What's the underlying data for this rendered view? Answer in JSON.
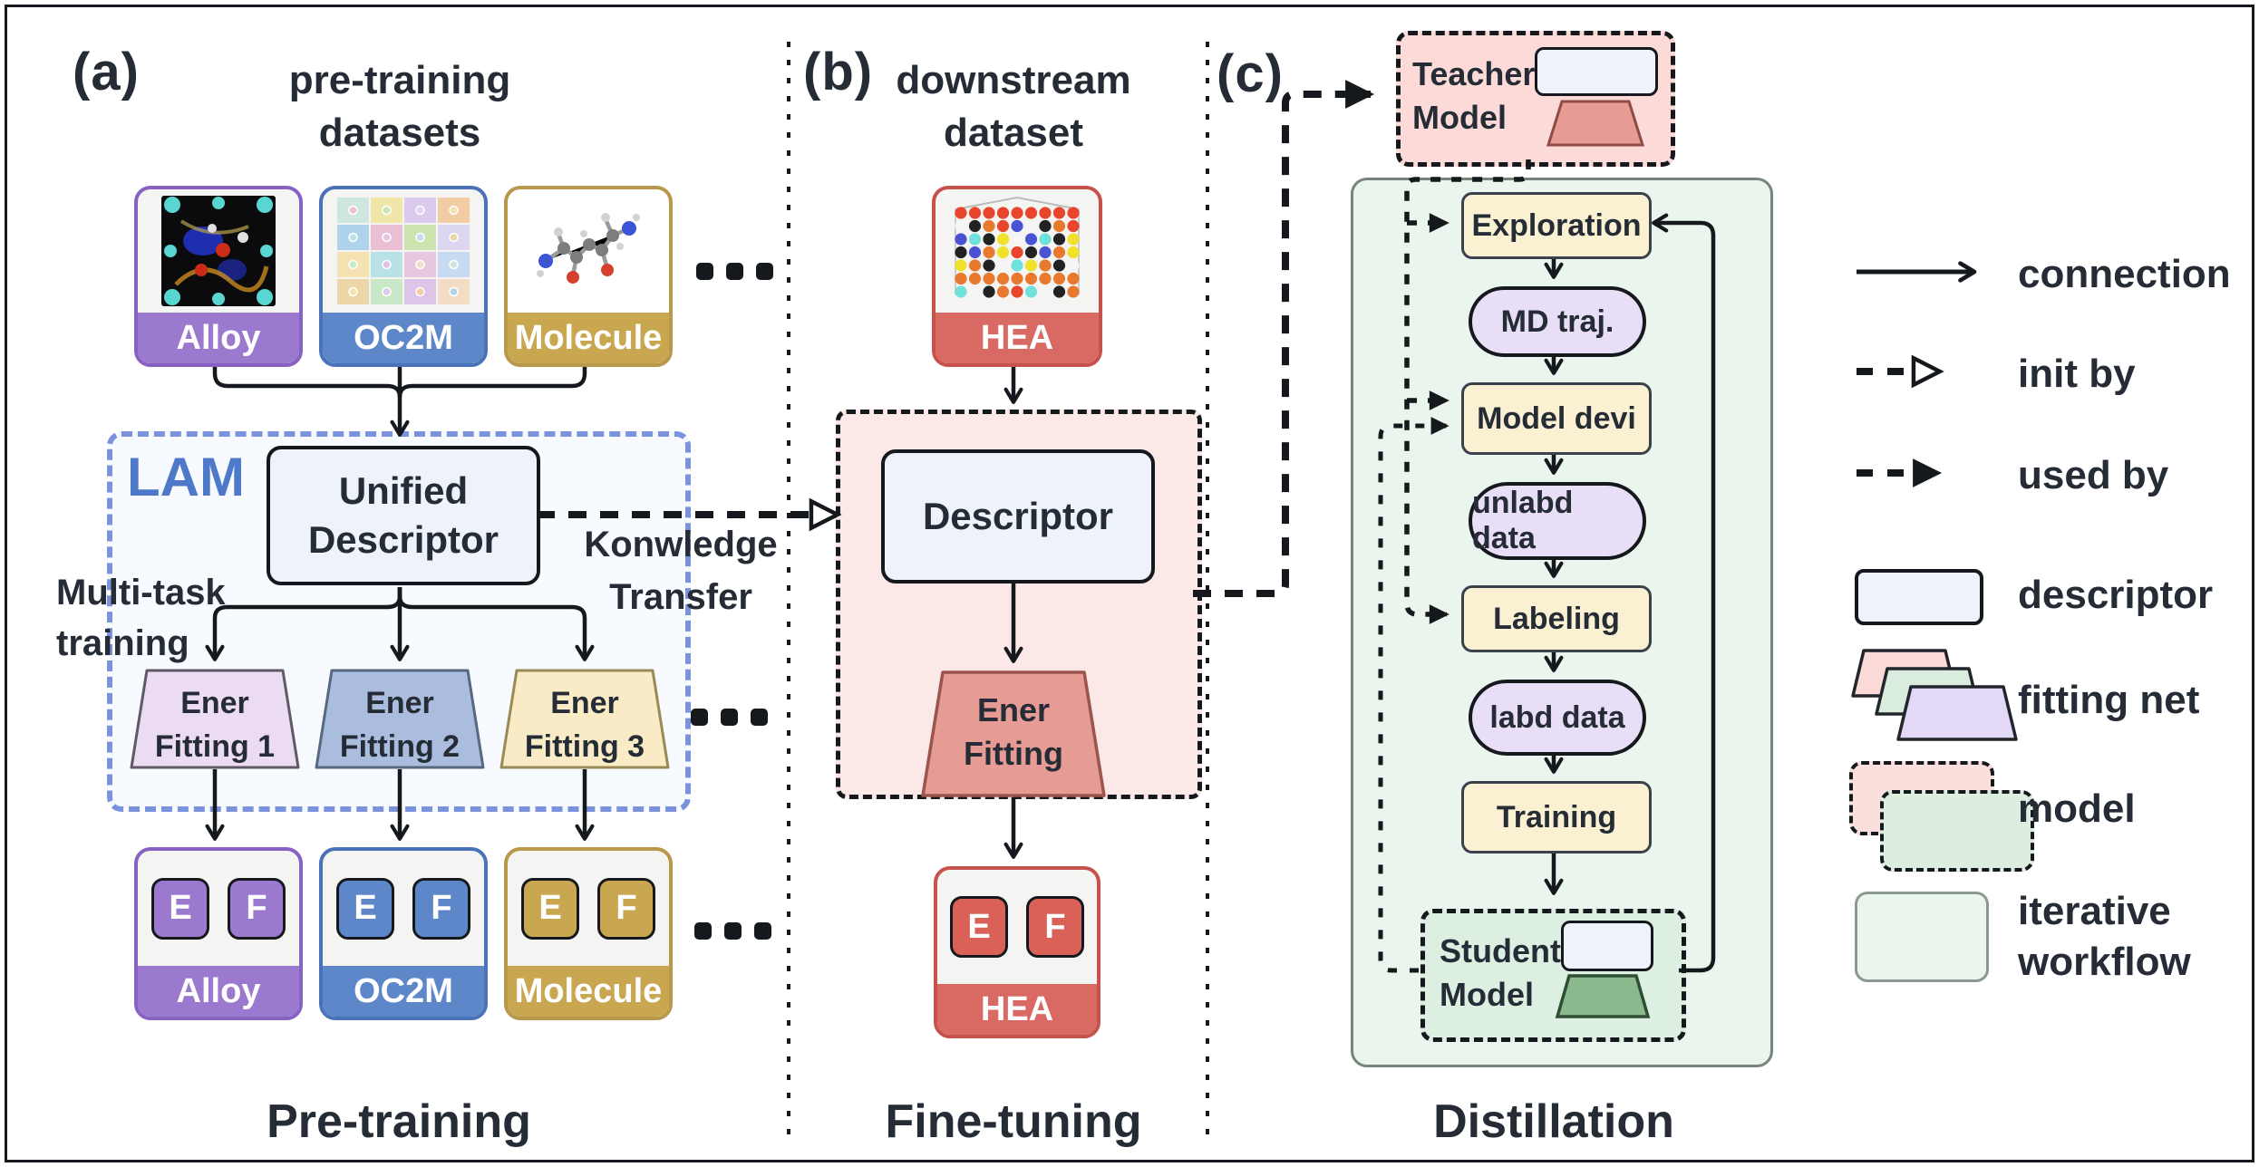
{
  "a": {
    "label": "(a)",
    "title1": "pre-training",
    "title2": "datasets",
    "datasets": [
      {
        "name": "Alloy"
      },
      {
        "name": "OC2M"
      },
      {
        "name": "Molecule"
      }
    ],
    "ellipsis": "...",
    "lam": "LAM",
    "ud1": "Unified",
    "ud2": "Descriptor",
    "mt1": "Multi-task",
    "mt2": "training",
    "kt1": "Konwledge",
    "kt2": "Transfer",
    "fits": [
      {
        "l1": "Ener",
        "l2": "Fitting 1"
      },
      {
        "l1": "Ener",
        "l2": "Fitting 2"
      },
      {
        "l1": "Ener",
        "l2": "Fitting 3"
      }
    ],
    "footer": "Pre-training"
  },
  "b": {
    "label": "(b)",
    "title1": "downstream",
    "title2": "dataset",
    "dataset": "HEA",
    "descriptor": "Descriptor",
    "fit1": "Ener",
    "fit2": "Fitting",
    "output": "HEA",
    "footer": "Fine-tuning"
  },
  "c": {
    "label": "(c)",
    "teacher1": "Teacher",
    "teacher2": "Model",
    "steps": [
      {
        "label": "Exploration"
      },
      {
        "label": "MD traj."
      },
      {
        "label": "Model devi"
      },
      {
        "label": "unlabd data"
      },
      {
        "label": "Labeling"
      },
      {
        "label": "labd data"
      },
      {
        "label": "Training"
      }
    ],
    "student1": "Student",
    "student2": "Model",
    "footer": "Distillation"
  },
  "chips": {
    "e": "E",
    "f": "F"
  },
  "legend": {
    "connection": "connection",
    "init_by": "init by",
    "used_by": "used by",
    "descriptor": "descriptor",
    "fitting_net": "fitting net",
    "model": "model",
    "iter1": "iterative",
    "iter2": "workflow"
  },
  "colors": {
    "ink": "#262c36",
    "alloy": "#9b79cf",
    "alloy_dark": "#8663c2",
    "oc2m": "#5d87c9",
    "oc2m_dark": "#4a72b8",
    "molecule": "#c9a750",
    "molecule_dark": "#b8984a",
    "hea": "#d96a63",
    "hea_dark": "#c7524b",
    "chip_red": "#d96158",
    "lam_border": "#7b93dd",
    "lam_text": "#4d79c8",
    "lam_fill": "#f7fafe",
    "desc_fill": "#edf2fb",
    "pink_fill": "#fce8e6",
    "teacher_fill": "#fbdad8",
    "salmon": "#e79b95",
    "salmon_dark": "#9c544e",
    "green_fill": "#eaf5ee",
    "green_border": "#75857c",
    "student_fill": "#ddefe0",
    "student_trap": "#8ab98d",
    "student_trap_dark": "#2f4f35",
    "yellow": "#faf1d2",
    "pill": "#e8def7",
    "trap1": "#ecdcf3",
    "trap2": "#aabdde",
    "trap3": "#f8ebc6",
    "legend_trap_pink": "#fbd9d6",
    "legend_trap_green": "#d9ecdd",
    "legend_trap_purple": "#e3d9f6",
    "legend_model_pink": "#fbdfdc",
    "legend_model_green": "#ddeee0",
    "hea_palette": [
      "#e8452c",
      "#4a52d4",
      "#f0e12b",
      "#6fe0dc",
      "#f5f5f5",
      "#222222",
      "#e87a2f"
    ],
    "oc2m_palette": [
      "#cfe6df",
      "#efe6a8",
      "#dcc9ee",
      "#f2cda4",
      "#aed3ea",
      "#ecc0d4",
      "#cfe3b0",
      "#dcd6f0",
      "#f4e2b2",
      "#b8e2e6",
      "#e7c6e0",
      "#c8daf2",
      "#ecd6a8",
      "#c9e8c8",
      "#ddc4e8",
      "#f2dcc4"
    ]
  }
}
